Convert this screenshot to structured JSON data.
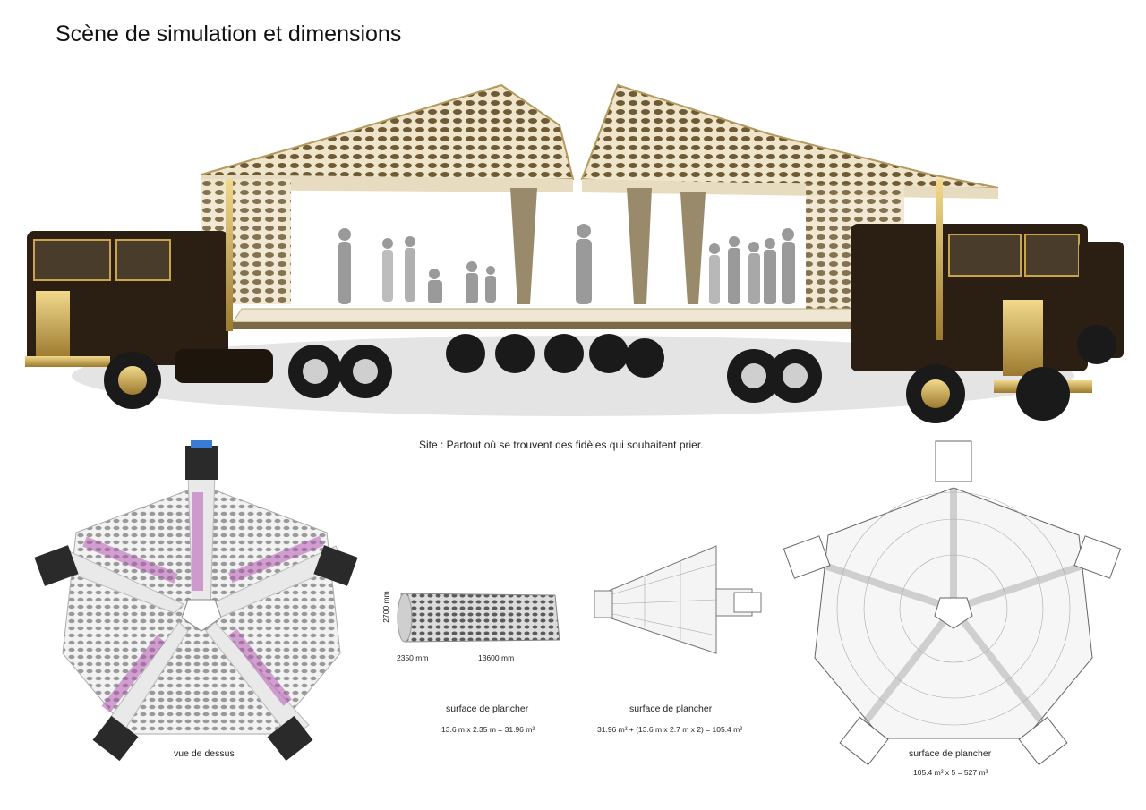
{
  "page": {
    "title": "Scène de simulation et dimensions",
    "site_caption": "Site : Partout où se trouvent des fidèles qui souhaitent prier."
  },
  "panels": {
    "top_view": {
      "caption": "vue de dessus"
    },
    "module": {
      "height_label": "2700 mm",
      "width_label": "2350 mm",
      "length_label": "13600 mm",
      "caption": "surface de plancher",
      "formula": "13.6 m x 2.35 m = 31.96 m²"
    },
    "single_unit": {
      "caption": "surface de plancher",
      "formula": "31.96 m² + (13.6 m x 2.7 m x 2) = 105.4 m²"
    },
    "full_plan": {
      "caption": "surface de plancher",
      "formula": "105.4 m² x 5 = 527 m²"
    }
  },
  "colors": {
    "truck_body": "#2a1f12",
    "gold": "#c9a44c",
    "canopy": "#e9dcc0",
    "figure": "#9a9a9a",
    "line_gray": "#8a8a8a"
  }
}
